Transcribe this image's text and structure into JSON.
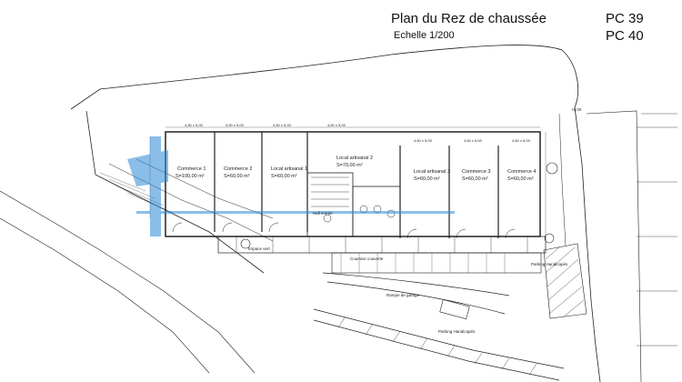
{
  "header": {
    "title": "Plan du Rez de chaussée",
    "scale": "Echelle 1/200",
    "permits": [
      "PC 39",
      "PC 40"
    ]
  },
  "colors": {
    "line": "#222222",
    "highlight": "#2b8ad8"
  },
  "units": [
    {
      "name": "Commerce 1",
      "area": "S=100,00 m²",
      "dim": "4,50 x 5,00"
    },
    {
      "name": "Commerce 2",
      "area": "S=60,00 m²",
      "dim": "4,50 x 5,00"
    },
    {
      "name": "Local artisanal 1",
      "area": "S=60,00 m²",
      "dim": "4,50 x 5,00"
    },
    {
      "name": "Local artisanal 2",
      "area": "S=70,00 m²",
      "dim": "4,50 x 5,00"
    },
    {
      "name": "Local artisanal 3",
      "area": "S=60,00 m²",
      "dim": "4,50 x 5,00"
    },
    {
      "name": "Commerce 3",
      "area": "S=60,00 m²",
      "dim": "4,50 x 5,00"
    },
    {
      "name": "Commerce 4",
      "area": "S=60,00 m²",
      "dim": "4,50 x 5,00"
    }
  ],
  "labels": {
    "hall": "Hall entrée",
    "parking_1": "Parking Handicapés",
    "parking_2": "Parking Handicapés",
    "ramp": "Rampe de garage",
    "level": "+0,00",
    "espace_vert": "Espace vert",
    "coursive": "Coursive couverte"
  }
}
